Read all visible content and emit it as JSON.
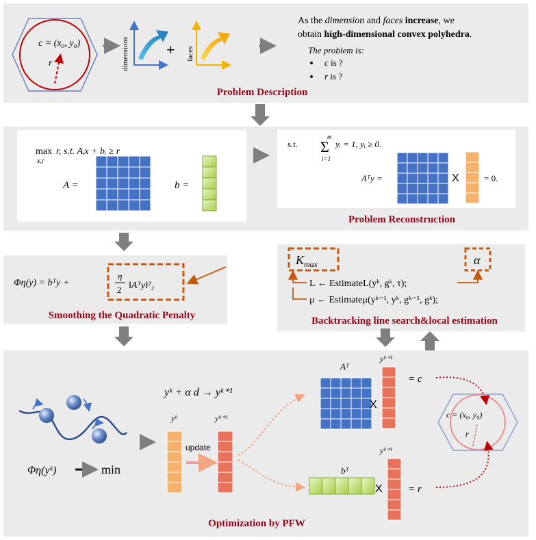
{
  "colors": {
    "panel": "#ebebeb",
    "title": "#8b0a1a",
    "matrix_blue": "#4472c4",
    "vector_green": "#c9e58a",
    "vector_orange": "#f6b26b",
    "vector_red": "#e8735a",
    "dashed_box": "#c55a11",
    "hexagon": "#6f7fb8",
    "circle": "#c00000"
  },
  "problem_description": {
    "title": "Problem Description",
    "center_label": "c = (x₀, y₀)",
    "radius_label": "r",
    "axis_dimensions": "dimensions",
    "axis_faces": "faces",
    "plus": "+",
    "text_line1_parts": [
      "As the ",
      "dimension",
      " and ",
      "faces",
      " increase",
      ", we"
    ],
    "text_line2_parts": [
      "obtain ",
      "high-dimensional convex polyhedra",
      "."
    ],
    "problem_intro": "The problem is:",
    "bullets": [
      {
        "var": "c",
        "rest": " is ?"
      },
      {
        "var": "r",
        "rest": " is ?"
      }
    ]
  },
  "problem_formulation": {
    "objective_max": "max",
    "objective_sub": "x,r",
    "objective_body": "r,  s.t. Aᵢx + bᵢ ≥ r",
    "A_label": "A =",
    "b_label": "b ="
  },
  "problem_reconstruction": {
    "title": "Problem Reconstruction",
    "st": "s.t.",
    "sum_top": "m",
    "sum_bottom": "i=1",
    "sum_body": "yᵢ = 1,     yᵢ ≥ 0.",
    "aty": "Aᵀy =",
    "times": "X",
    "eq_zero": "= 0."
  },
  "smoothing": {
    "title": "Smoothing the Quadratic Penalty",
    "lhs": "Φη(y)  =  bᵀy  +",
    "eta": "η",
    "two": "2",
    "norm": "‖Aᵀy‖²₂"
  },
  "backtracking": {
    "title": "Backtracking line search&local estimation",
    "kmax": "K",
    "kmax_sub": "max",
    "alpha": "α",
    "line1": "L ← EstimateL(yᵏ, gᵏ, τ);",
    "line2": "μ ← Estimateμ(yᵏ⁻¹, yᵏ, gᵏ⁻¹, gᵏ);"
  },
  "optimization": {
    "title": "Optimization by PFW",
    "update_rule": "yᵏ + α d → yᵏ⁺¹",
    "yk": "yᵏ",
    "yk1": "yᵏ⁺¹",
    "update": "update",
    "objective": "Φη(yᵏ)",
    "min": "min",
    "at": "Aᵀ",
    "bt": "bᵀ",
    "times": "X",
    "eq_c": "= c",
    "eq_r": "= r",
    "result_center": "c = (x₀, y₀)",
    "result_radius": "r"
  }
}
